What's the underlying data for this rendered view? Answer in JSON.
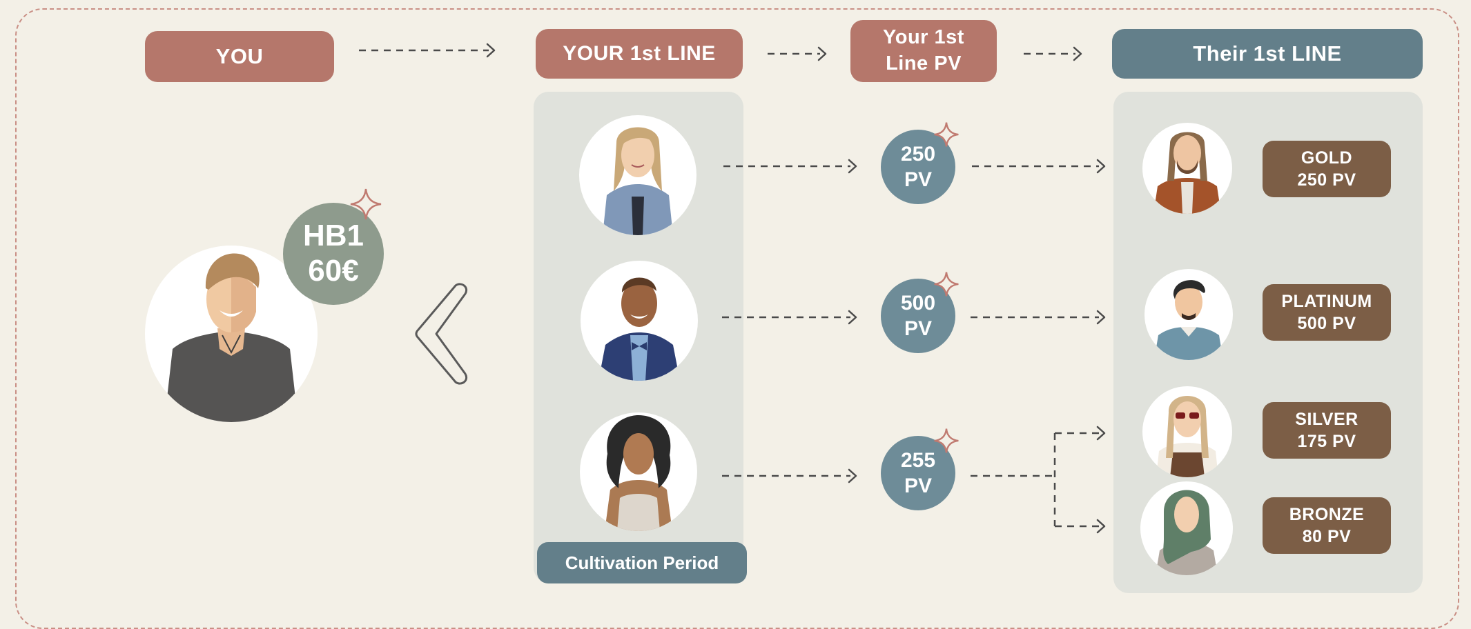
{
  "headers": {
    "you": "YOU",
    "your_first_line": "YOUR 1st LINE",
    "your_first_line_pv_1": "Your 1st",
    "your_first_line_pv_2": "Line PV",
    "their_first_line": "Their 1st LINE"
  },
  "bonus": {
    "line1": "HB1",
    "line2": "60€"
  },
  "cultivation": "Cultivation Period",
  "pv_circles": [
    {
      "value": "250",
      "unit": "PV"
    },
    {
      "value": "500",
      "unit": "PV"
    },
    {
      "value": "255",
      "unit": "PV"
    }
  ],
  "ranks": [
    {
      "name": "GOLD",
      "pv": "250 PV"
    },
    {
      "name": "PLATINUM",
      "pv": "500 PV"
    },
    {
      "name": "SILVER",
      "pv": "175 PV"
    },
    {
      "name": "BRONZE",
      "pv": "80 PV"
    }
  ],
  "icons": [
    "avatar-man-icon",
    "avatar-woman-icon",
    "chevron-left-icon",
    "sparkle-icon",
    "arrow-right-icon"
  ],
  "colors": {
    "background": "#f3f0e7",
    "rose": "#b5776b",
    "slate": "#637f8a",
    "pv_circle": "#6e8c98",
    "rank_badge": "#7c5e46",
    "panel": "#e0e2dc",
    "bonus_circle": "#8e9b8d"
  }
}
